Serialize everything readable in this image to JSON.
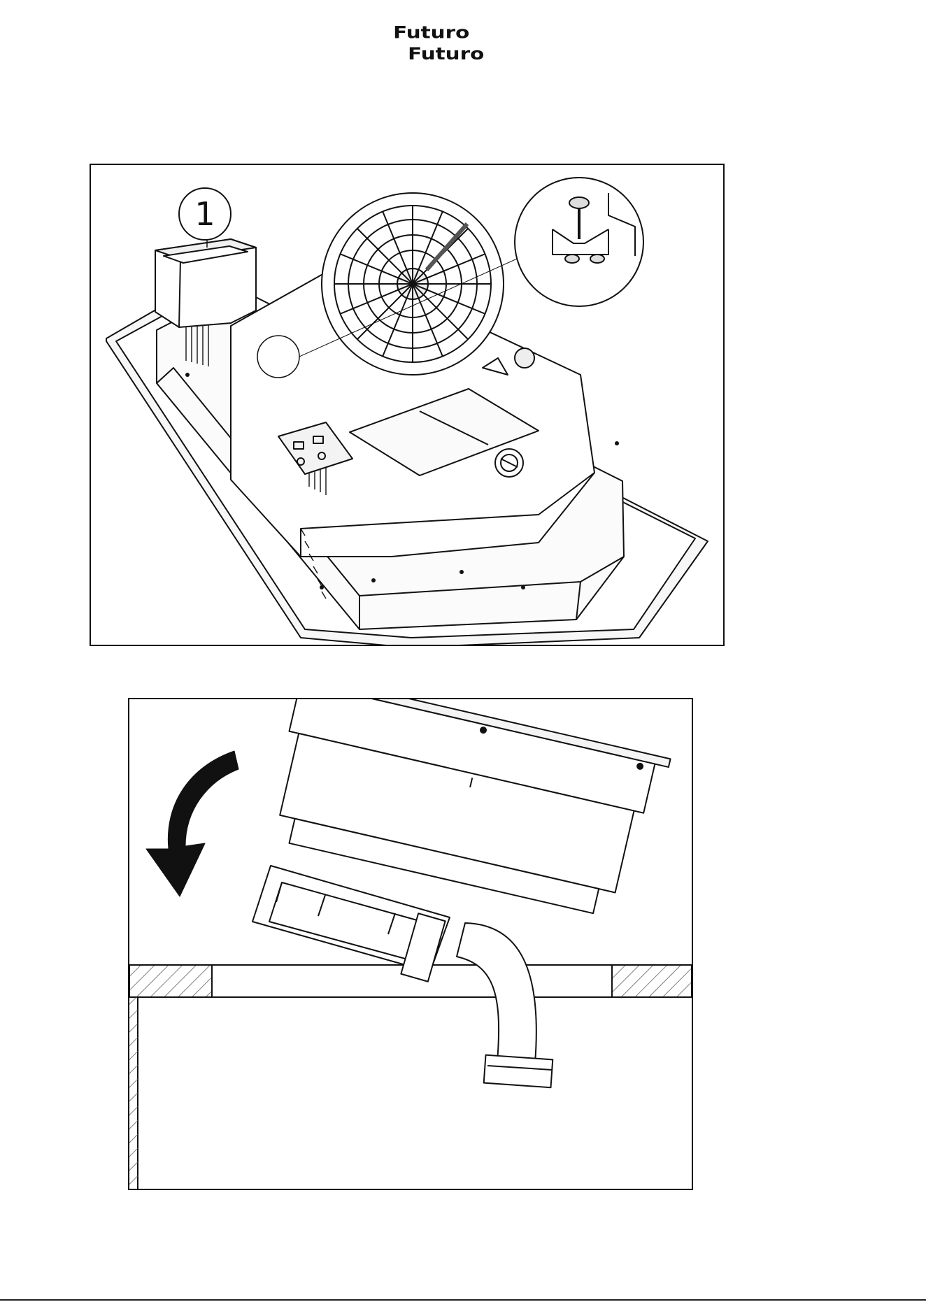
{
  "brand": {
    "logo_line1": "Futuro",
    "logo_line2": "Futuro"
  },
  "figures": [
    {
      "callouts": [
        {
          "label": "1"
        }
      ]
    },
    {
      "callouts": []
    }
  ],
  "colors": {
    "line": "#111111",
    "paper": "#ffffff",
    "hatch": "#555555"
  }
}
